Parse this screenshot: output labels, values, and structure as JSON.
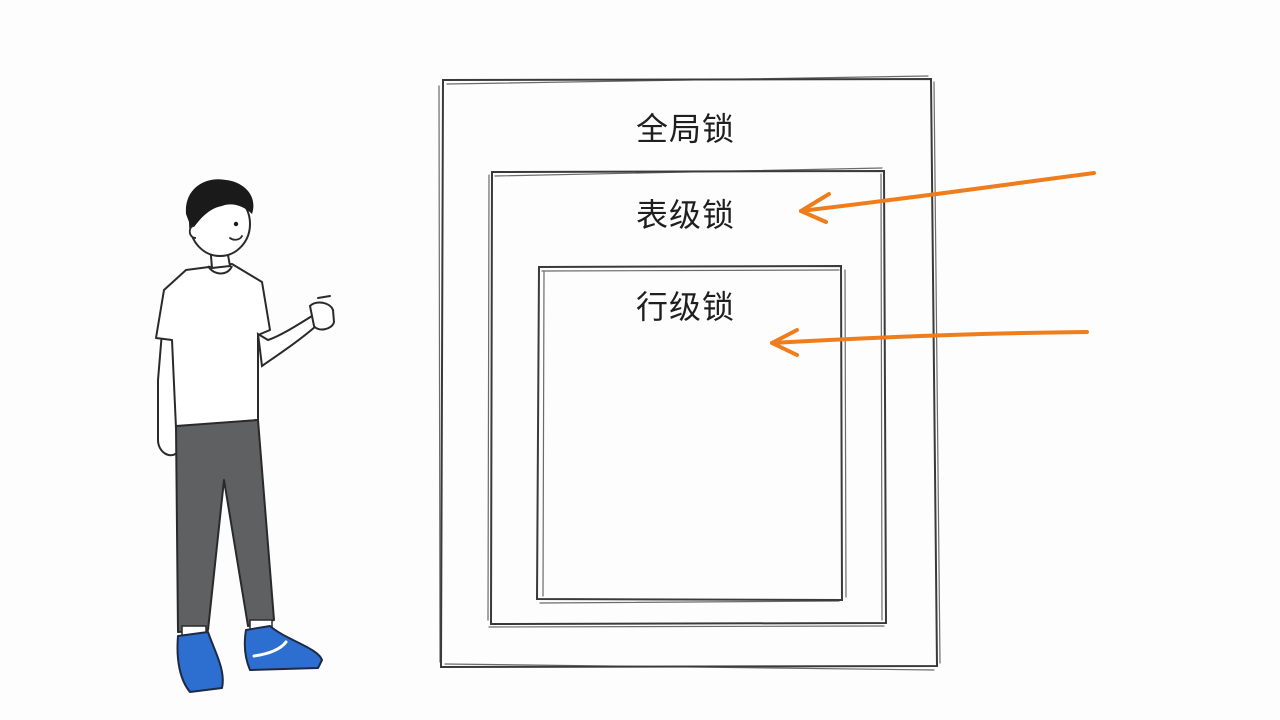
{
  "diagram": {
    "levels": [
      {
        "id": "global",
        "label": "全局锁"
      },
      {
        "id": "table",
        "label": "表级锁"
      },
      {
        "id": "row",
        "label": "行级锁"
      }
    ]
  },
  "colors": {
    "line": "#3a3a3a",
    "arrow": "#ef7d1c",
    "shirt": "#ffffff",
    "pants": "#5f6062",
    "shoes": "#2d6fd1",
    "hair": "#1a1a1a"
  },
  "icons": {
    "person": "person-pointing-illustration",
    "arrow": "hand-drawn-arrow-icon"
  }
}
